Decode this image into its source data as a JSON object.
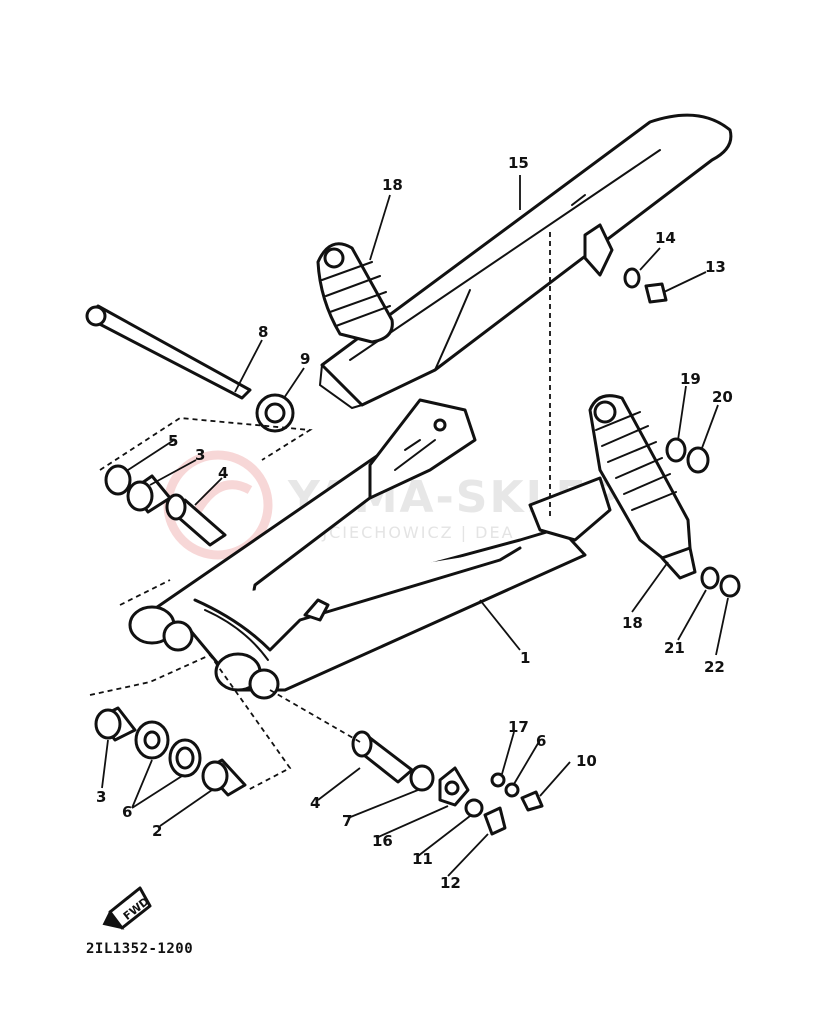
{
  "watermark": {
    "title": "YAMA-SKLEP",
    "subtitle": "WOJCIECHOWICZ | DEA",
    "color": "#e7e7e7",
    "logo_color": "#f2b8b8"
  },
  "drawing_code": "2IL1352-1200",
  "direction_marker": "FWD",
  "callouts": [
    "1",
    "2",
    "3",
    "3",
    "4",
    "4",
    "5",
    "6",
    "6",
    "7",
    "8",
    "9",
    "10",
    "11",
    "12",
    "13",
    "14",
    "15",
    "16",
    "17",
    "18",
    "18",
    "19",
    "20",
    "21",
    "22"
  ]
}
